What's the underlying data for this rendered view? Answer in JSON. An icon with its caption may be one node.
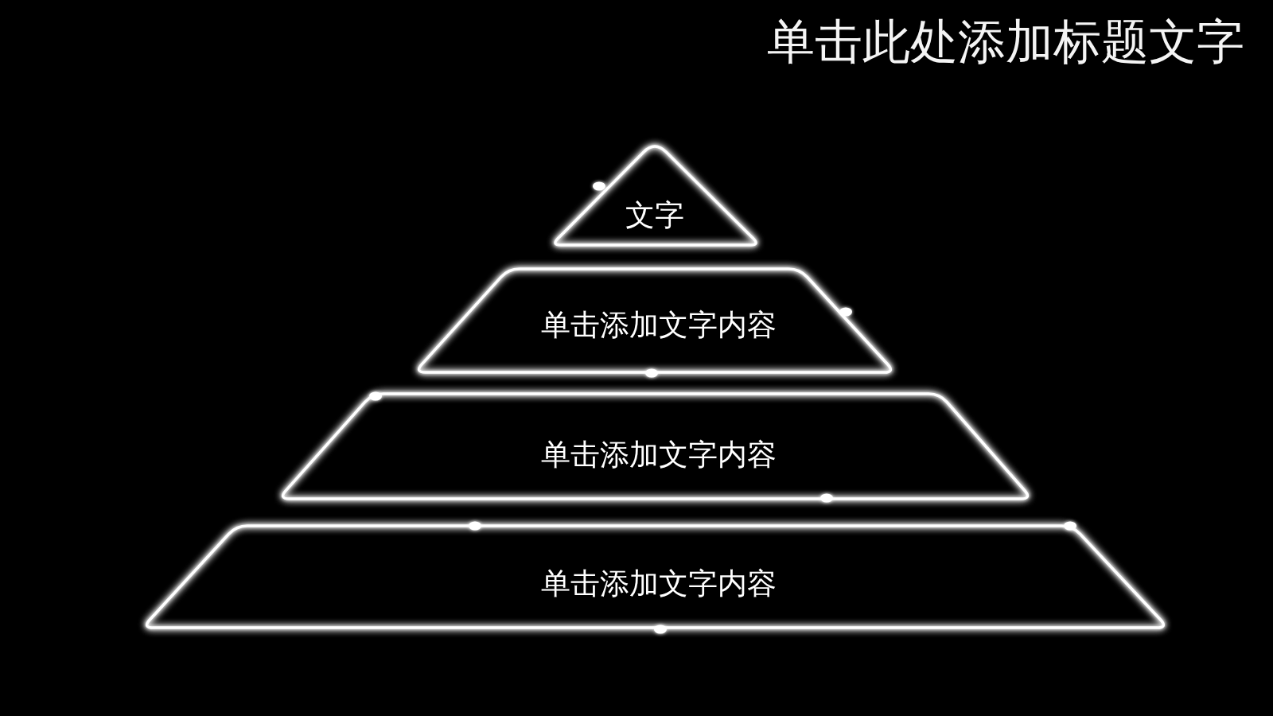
{
  "diagram": {
    "title": "单击此处添加标题文字",
    "nodes": [
      {
        "text": [
          "文字"
        ]
      },
      {
        "text": [
          "单击添加文字内容"
        ]
      },
      {
        "text": [
          "单击添加文字内容"
        ]
      },
      {
        "text": [
          "单击添加文字内容"
        ]
      }
    ]
  }
}
